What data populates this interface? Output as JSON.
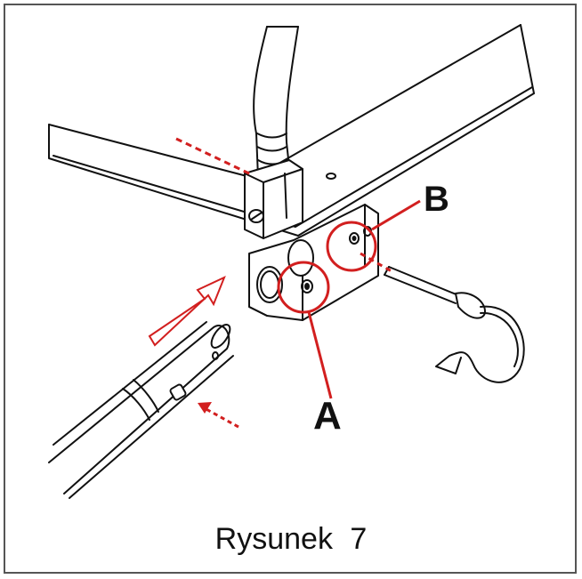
{
  "callouts": {
    "a": "A",
    "b": "B"
  },
  "caption": "Rysunek   7",
  "colors": {
    "outline": "#111111",
    "accent": "#d21f1f",
    "frame": "#555555"
  }
}
